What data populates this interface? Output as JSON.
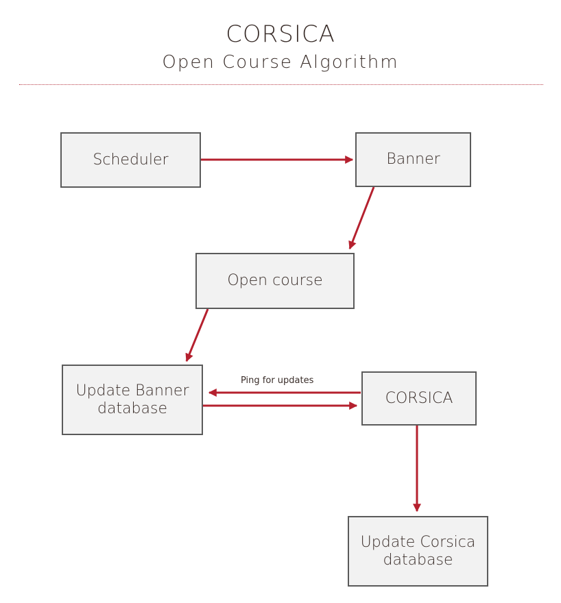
{
  "header": {
    "title": "CORSICA",
    "subtitle": "Open Course Algorithm"
  },
  "nodes": {
    "scheduler": "Scheduler",
    "banner": "Banner",
    "open_course": "Open course",
    "update_banner_db": "Update Banner database",
    "corsica": "CORSICA",
    "update_corsica_db": "Update Corsica database"
  },
  "edges": {
    "ping_label": "Ping for updates"
  },
  "colors": {
    "arrow": "#b5202e",
    "node_border": "#5a5a5a",
    "node_fill": "#f2f2f2"
  }
}
